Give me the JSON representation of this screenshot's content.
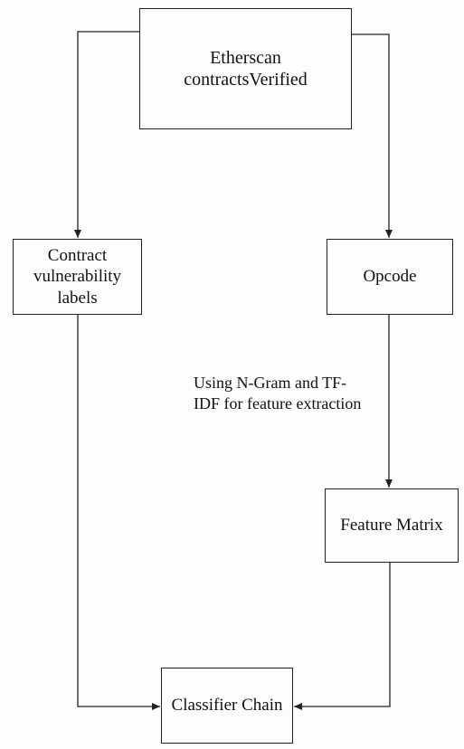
{
  "diagram": {
    "nodes": {
      "etherscan": [
        "Etherscan",
        "contractsVerified"
      ],
      "labels": [
        "Contract",
        "vulnerability",
        "labels"
      ],
      "opcode": [
        "Opcode"
      ],
      "matrix": [
        "Feature Matrix"
      ],
      "chain": [
        "Classifier Chain"
      ]
    },
    "edge_label": [
      "Using N-Gram and TF-",
      "IDF for feature extraction"
    ],
    "edges": [
      {
        "from": "etherscan",
        "to": "labels"
      },
      {
        "from": "etherscan",
        "to": "opcode"
      },
      {
        "from": "opcode",
        "to": "matrix",
        "label": "Using N-Gram and TF-IDF for feature extraction"
      },
      {
        "from": "labels",
        "to": "chain"
      },
      {
        "from": "matrix",
        "to": "chain"
      }
    ],
    "colors": {
      "stroke": "#222222",
      "background": "#fdfdfd"
    }
  }
}
